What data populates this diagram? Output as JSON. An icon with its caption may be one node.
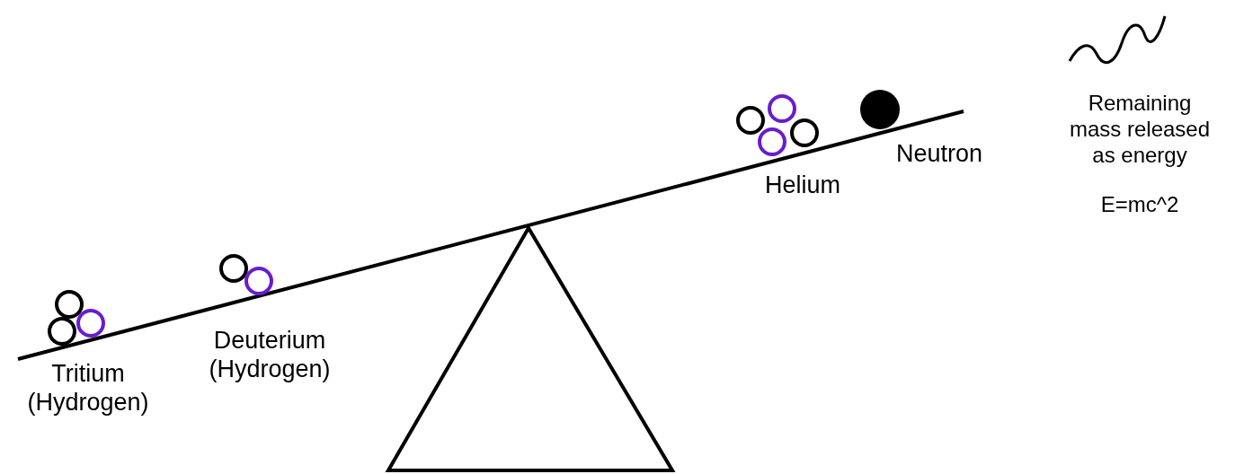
{
  "diagram": {
    "labels": [
      "Remaining mass released as energy",
      "E=mc^2",
      "Helium",
      "Neutron",
      "Deuterium (Hydrogen)",
      "Tritium (Hydrogen)"
    ]
  }
}
